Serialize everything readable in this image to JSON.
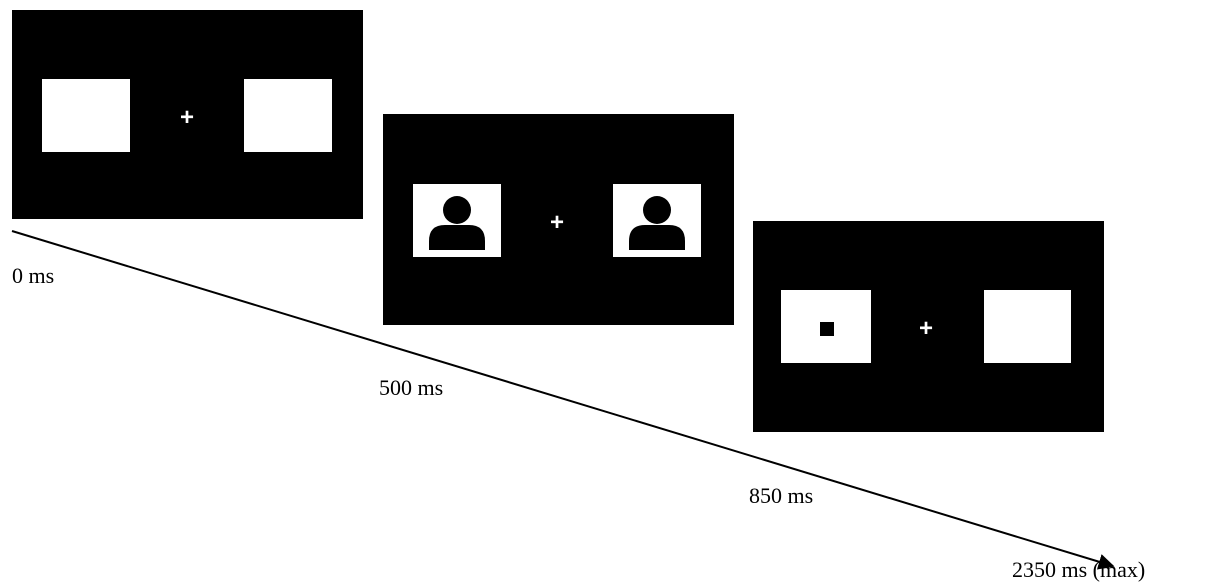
{
  "screens": [
    {
      "content": "blank-placeholders",
      "fixation": "+"
    },
    {
      "content": "face-icons",
      "fixation": "+"
    },
    {
      "content": "probe-left",
      "fixation": "+"
    }
  ],
  "timeline": {
    "labels": [
      "0 ms",
      "500 ms",
      "850 ms",
      "2350 ms (max)"
    ]
  },
  "colors": {
    "screen": "#000000",
    "box": "#ffffff",
    "line": "#000000"
  }
}
